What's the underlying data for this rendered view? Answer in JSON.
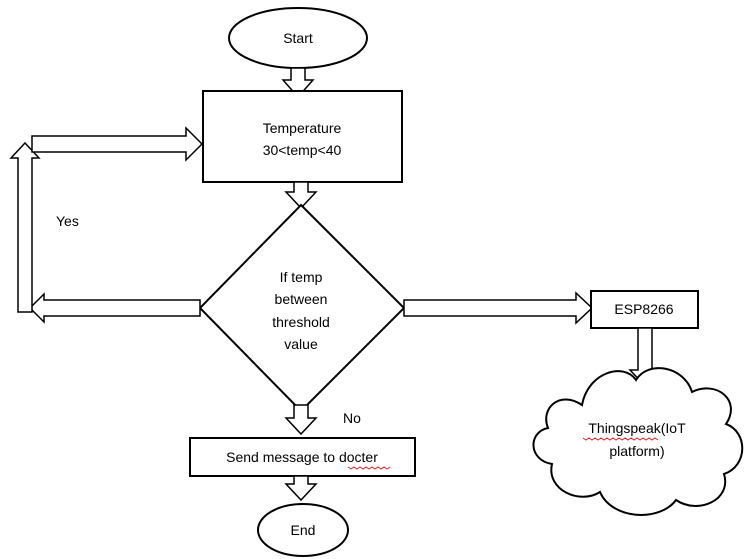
{
  "nodes": {
    "start": "Start",
    "temperature_line1": "Temperature",
    "temperature_line2": "30<temp<40",
    "decision_lines": [
      "If temp",
      "between",
      "threshold",
      "value"
    ],
    "esp": "ESP8266",
    "thingspeak_line1": "Thingspeak(IoT",
    "thingspeak_line2": "platform)",
    "send": "Send message to docter",
    "end": "End"
  },
  "edge_labels": {
    "yes": "Yes",
    "no": "No"
  },
  "colors": {
    "stroke": "#000000",
    "fill": "#ffffff",
    "spellcheck": "#e0202a"
  }
}
